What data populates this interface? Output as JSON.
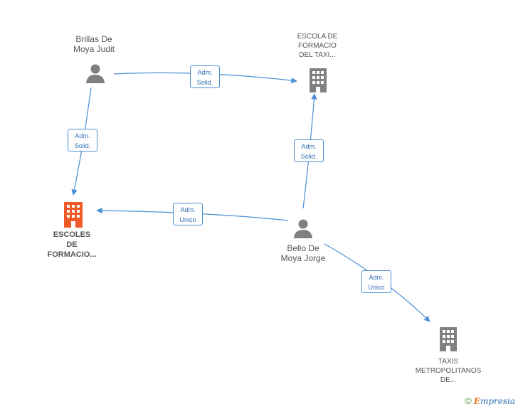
{
  "nodes": {
    "brillas": {
      "line1": "Brillas De",
      "line2": "Moya Judit",
      "kind": "person-icon"
    },
    "escola": {
      "line1": "ESCOLA DE",
      "line2": "FORMACIO",
      "line3": "DEL TAXI...",
      "kind": "building-icon"
    },
    "escoles": {
      "line1": "ESCOLES",
      "line2": "DE",
      "line3": "FORMACIO...",
      "kind": "building-icon",
      "accent": "#f05a28"
    },
    "bello": {
      "line1": "Bello De",
      "line2": "Moya Jorge",
      "kind": "person-icon"
    },
    "taxis": {
      "line1": "TAXIS",
      "line2": "METROPOLITANOS",
      "line3": "DE...",
      "kind": "building-icon"
    }
  },
  "edges": [
    {
      "from": "brillas",
      "to": "escola",
      "line1": "Adm.",
      "line2": "Solid."
    },
    {
      "from": "brillas",
      "to": "escoles",
      "line1": "Adm.",
      "line2": "Solid."
    },
    {
      "from": "bello",
      "to": "escola",
      "line1": "Adm.",
      "line2": "Solid."
    },
    {
      "from": "bello",
      "to": "escoles",
      "line1": "Adm.",
      "line2": "Unico"
    },
    {
      "from": "bello",
      "to": "taxis",
      "line1": "Adm.",
      "line2": "Unico"
    }
  ],
  "footer": {
    "copyright": "©",
    "brand_first": "E",
    "brand_rest": "mpresia"
  },
  "colors": {
    "edge": "#4a8fd4",
    "icon": "#808080",
    "accent": "#f05a28"
  }
}
